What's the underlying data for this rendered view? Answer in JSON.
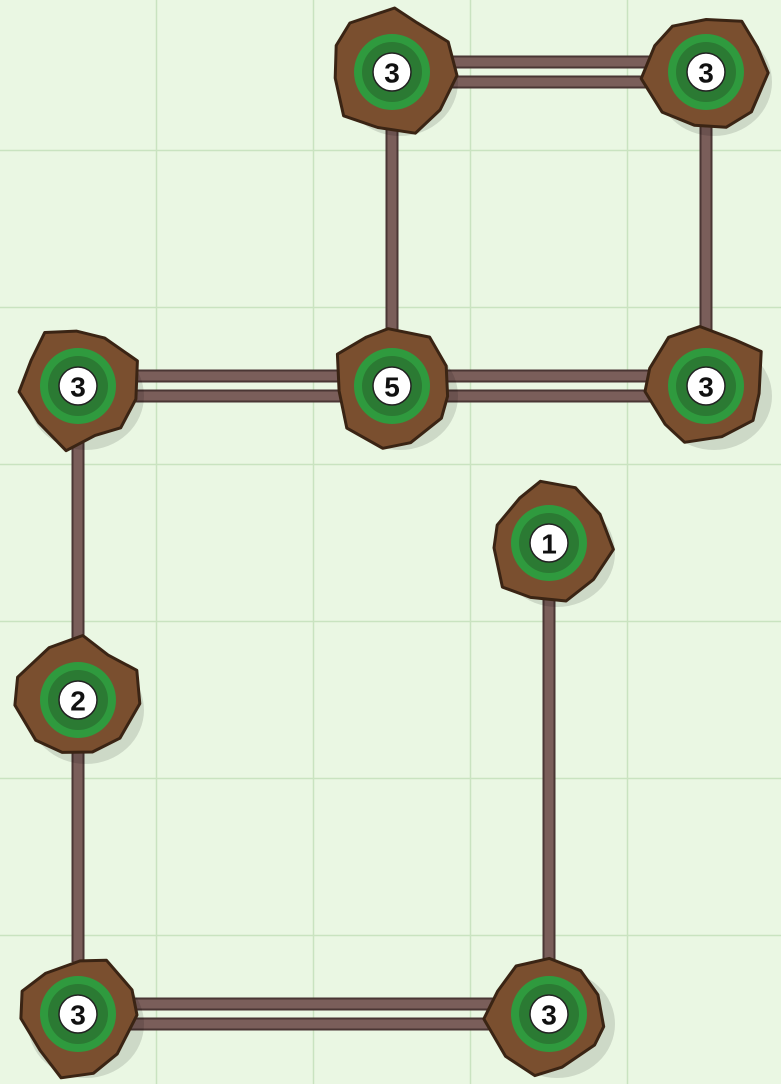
{
  "puzzle": {
    "type": "hashi",
    "grid": {
      "cols": 5,
      "rows": 7
    },
    "colors": {
      "background": "#eaf7e3",
      "grid_line": "#c9e3c0",
      "island_rock": "#7a4f2f",
      "island_outline": "#3a2414",
      "island_ring": "#2f9a3e",
      "island_core": "#2b7a33",
      "number_disc": "#ffffff",
      "bridge": "#7a5e5a",
      "bridge_outline": "#4a3634"
    },
    "islands": [
      {
        "id": "i-r0c2",
        "row": 0,
        "col": 2,
        "label": "3"
      },
      {
        "id": "i-r0c4",
        "row": 0,
        "col": 4,
        "label": "3"
      },
      {
        "id": "i-r2c0",
        "row": 2,
        "col": 0,
        "label": "3"
      },
      {
        "id": "i-r2c2",
        "row": 2,
        "col": 2,
        "label": "5"
      },
      {
        "id": "i-r2c4",
        "row": 2,
        "col": 4,
        "label": "3"
      },
      {
        "id": "i-r3c3",
        "row": 3,
        "col": 3,
        "label": "1"
      },
      {
        "id": "i-r4c0",
        "row": 4,
        "col": 0,
        "label": "2"
      },
      {
        "id": "i-r6c0",
        "row": 6,
        "col": 0,
        "label": "3"
      },
      {
        "id": "i-r6c3",
        "row": 6,
        "col": 3,
        "label": "3"
      }
    ],
    "bridges": [
      {
        "from": "i-r0c2",
        "to": "i-r0c4",
        "count": 2
      },
      {
        "from": "i-r0c2",
        "to": "i-r2c2",
        "count": 1
      },
      {
        "from": "i-r0c4",
        "to": "i-r2c4",
        "count": 1
      },
      {
        "from": "i-r2c0",
        "to": "i-r2c2",
        "count": 2
      },
      {
        "from": "i-r2c2",
        "to": "i-r2c4",
        "count": 2
      },
      {
        "from": "i-r2c0",
        "to": "i-r4c0",
        "count": 1
      },
      {
        "from": "i-r4c0",
        "to": "i-r6c0",
        "count": 1
      },
      {
        "from": "i-r6c0",
        "to": "i-r6c3",
        "count": 2
      },
      {
        "from": "i-r3c3",
        "to": "i-r6c3",
        "count": 1
      }
    ]
  }
}
